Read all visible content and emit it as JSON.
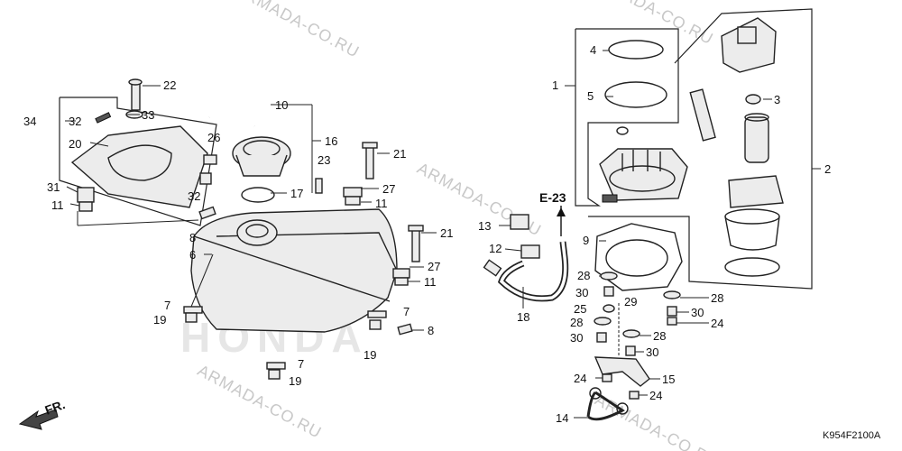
{
  "diagram": {
    "code": "K954F2100A",
    "group_label": "E-23",
    "direction_label": "FR.",
    "watermarks": [
      "ARMADA-CO.RU",
      "ARMADA-CO.RU",
      "ARMADA-CO.RU",
      "ARMADA-CO.RU",
      "ARMADA-CO.RU"
    ],
    "background_logo": "HONDA",
    "callouts": [
      "1",
      "2",
      "3",
      "4",
      "5",
      "6",
      "7",
      "7",
      "7",
      "8",
      "8",
      "9",
      "10",
      "11",
      "11",
      "11",
      "12",
      "13",
      "14",
      "15",
      "16",
      "17",
      "18",
      "19",
      "19",
      "19",
      "20",
      "21",
      "21",
      "22",
      "23",
      "24",
      "24",
      "24",
      "25",
      "26",
      "27",
      "27",
      "28",
      "28",
      "28",
      "28",
      "29",
      "30",
      "30",
      "30",
      "30",
      "31",
      "32",
      "32",
      "33",
      "34"
    ]
  }
}
